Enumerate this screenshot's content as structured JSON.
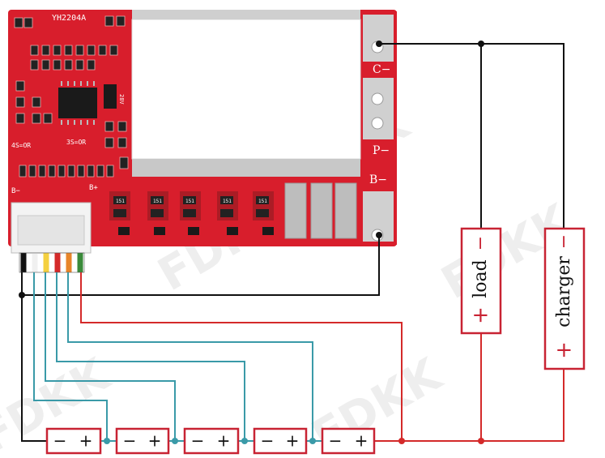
{
  "board": {
    "model": "YH2204A",
    "pad_c": "C−",
    "pad_p": "P−",
    "pad_b": "B−",
    "silk_b_minus": "B−",
    "silk_b_plus": "B+",
    "silk_4s": "4S=OR",
    "silk_3s": "3S=OR",
    "silk_28v": "28V",
    "resistor_code": "151"
  },
  "boxes": {
    "load": {
      "label": "load",
      "plus": "+",
      "minus": "−"
    },
    "charger": {
      "label": "charger",
      "plus": "+",
      "minus": "−"
    }
  },
  "cells": [
    {
      "minus": "−",
      "plus": "+"
    },
    {
      "minus": "−",
      "plus": "+"
    },
    {
      "minus": "−",
      "plus": "+"
    },
    {
      "minus": "−",
      "plus": "+"
    },
    {
      "minus": "−",
      "plus": "+"
    }
  ],
  "colors": {
    "pcb": "#d81e2c",
    "wire_black": "#111111",
    "wire_red": "#d42a2a",
    "wire_blue": "#3a9aa8",
    "box_border": "#c82333"
  },
  "watermark": "FDKK"
}
